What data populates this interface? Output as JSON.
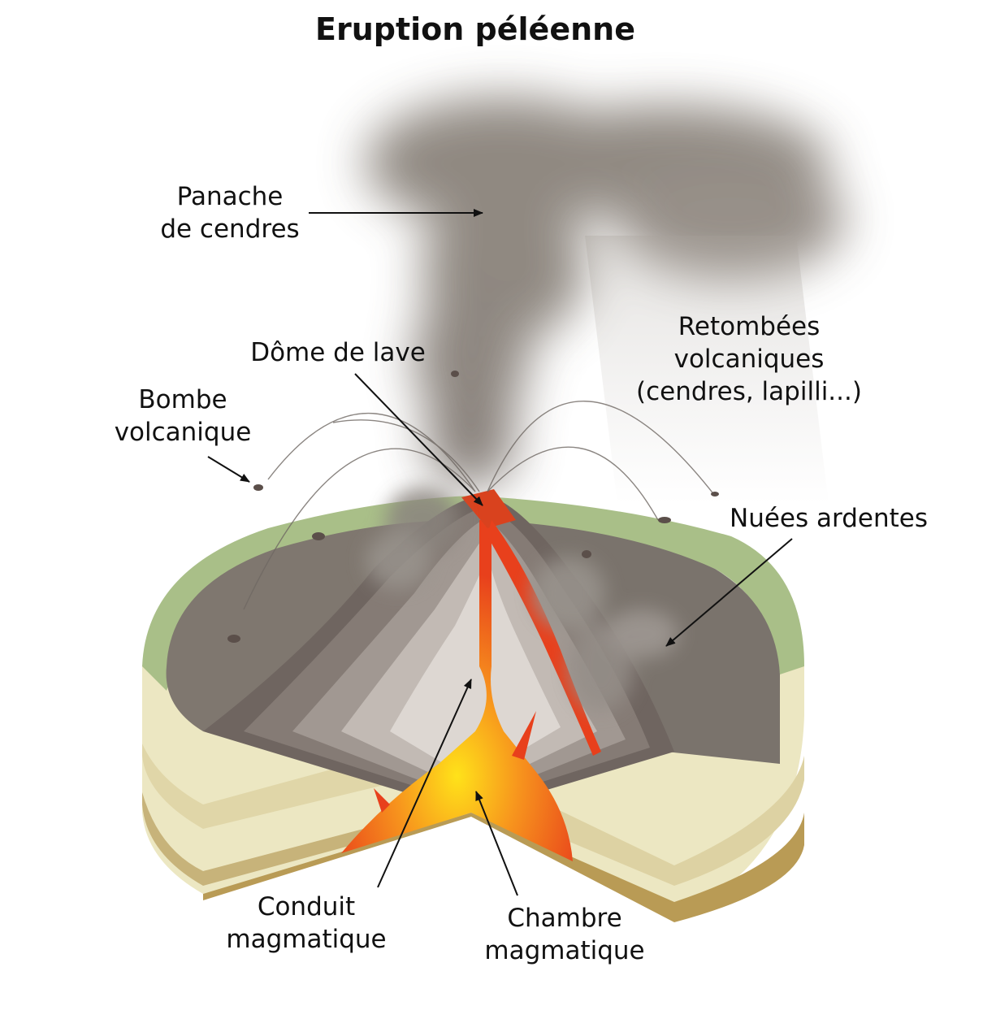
{
  "title": "Eruption péléenne",
  "labels": {
    "plume": [
      "Panache",
      "de cendres"
    ],
    "fallout": [
      "Retombées",
      "volcaniques",
      "(cendres, lapilli...)"
    ],
    "dome": [
      "Dôme de lave"
    ],
    "bomb": [
      "Bombe",
      "volcanique"
    ],
    "nuees": [
      "Nuées ardentes"
    ],
    "conduit": [
      "Conduit",
      "magmatique"
    ],
    "chamber": [
      "Chambre",
      "magmatique"
    ]
  },
  "colors": {
    "grass": "#a9bf88",
    "soil_light": "#ece7c2",
    "soil_mid": "#d8cd9a",
    "soil_dark": "#b99b55",
    "rock": "#6f6560",
    "lava": "#e8401c",
    "magma_core": "#ffd21a",
    "ash": "#7d756c"
  }
}
